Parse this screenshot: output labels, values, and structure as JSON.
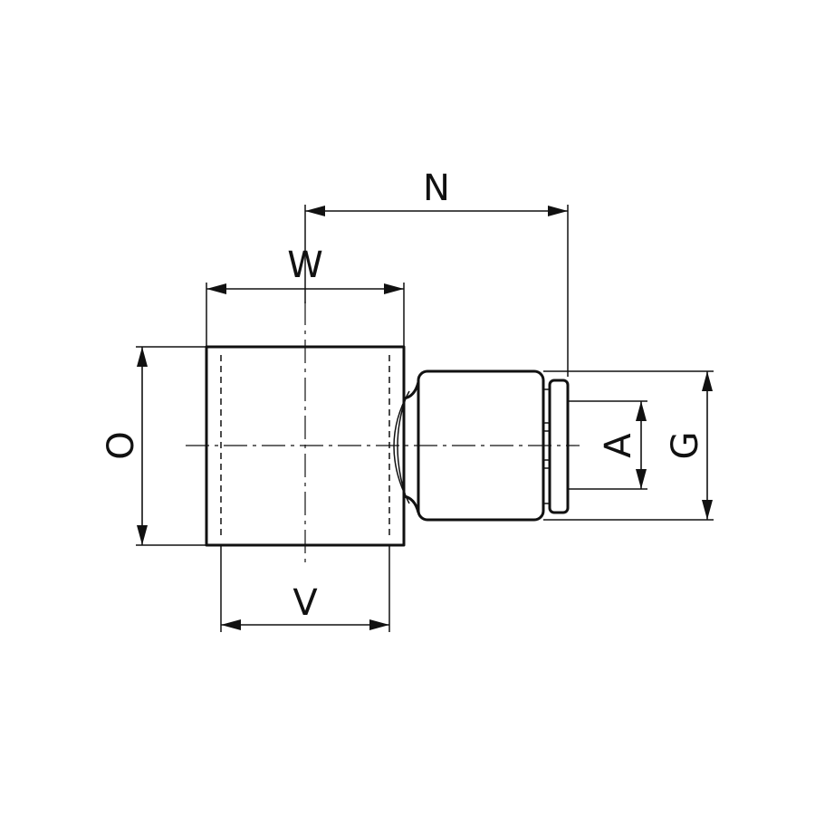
{
  "dimensions": {
    "N": "N",
    "W": "W",
    "O": "O",
    "V": "V",
    "A": "A",
    "G": "G"
  }
}
